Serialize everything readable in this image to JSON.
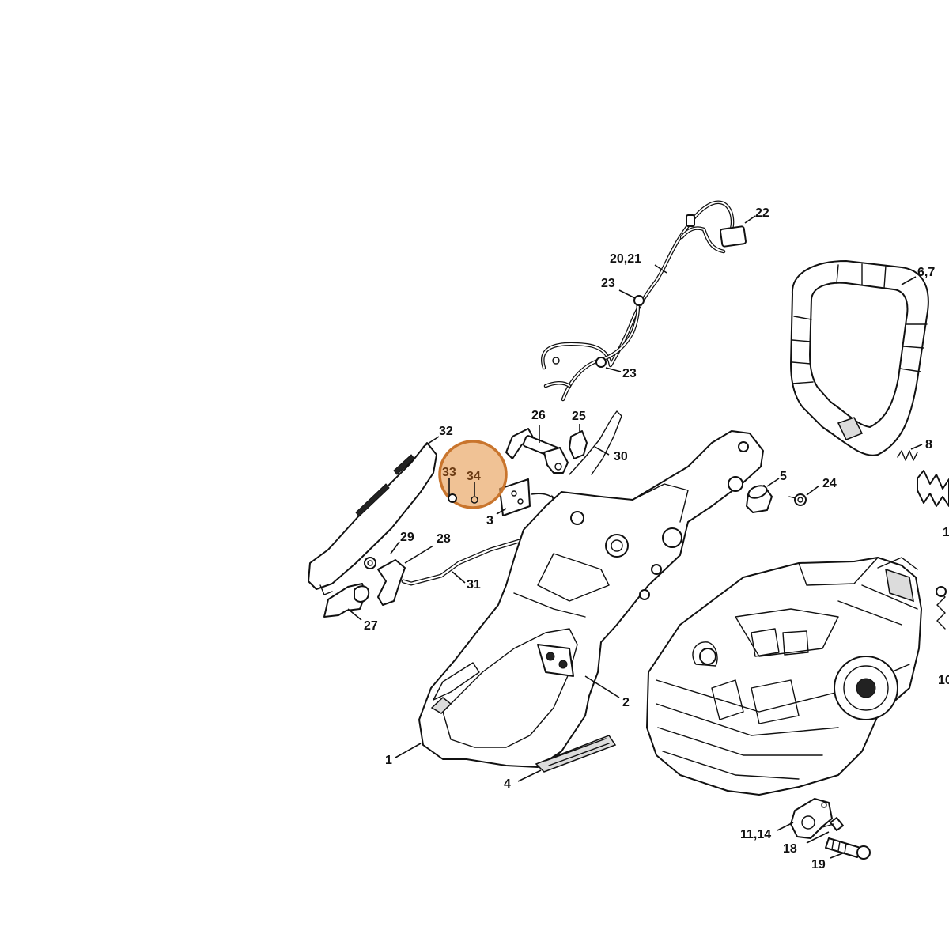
{
  "highlight_color": "#e8a15c",
  "highlight_stroke": "#c9752d",
  "callouts": {
    "c1": "1",
    "c2": "2",
    "c3": "3",
    "c4": "4",
    "c5": "5",
    "c67": "6,7",
    "c8": "8",
    "c10": "10",
    "c1114": "11,14",
    "c18": "18",
    "c19": "19",
    "c2021": "20,21",
    "c22": "22",
    "c23a": "23",
    "c23b": "23",
    "c24": "24",
    "c25": "25",
    "c26": "26",
    "c27": "27",
    "c28": "28",
    "c29": "29",
    "c30": "30",
    "c31": "31",
    "c32": "32",
    "c33": "33",
    "c34": "34",
    "c_right_edge": "1"
  }
}
